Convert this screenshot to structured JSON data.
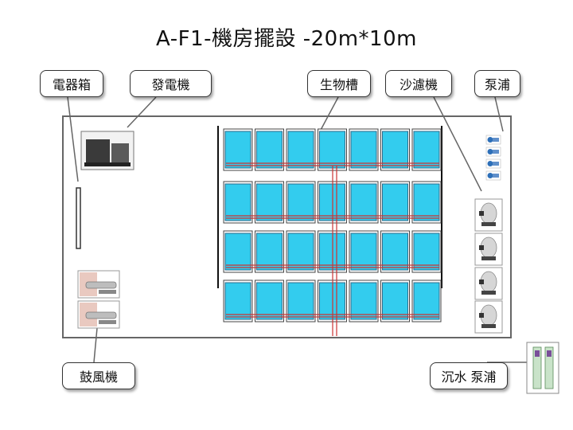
{
  "title": "A-F1-機房擺設 -20m*10m",
  "labels": {
    "electrical_box": "電器箱",
    "generator": "發電機",
    "bio_tank": "生物槽",
    "sand_filter": "沙濾機",
    "pump": "泵浦",
    "blower": "鼓風機",
    "submersible_pump": "沉水 泵浦"
  },
  "tank_grid": {
    "rows": 4,
    "cols": 7
  },
  "equipment_counts": {
    "pumps": 4,
    "sand_filters": 4,
    "blowers": 2,
    "submersible_pumps": 2
  },
  "colors": {
    "tank_fill": "#33ccee",
    "tank_border": "#2a6a8a",
    "pipe": "#cc3333",
    "frame": "#111111",
    "pump_body": "#2d6fb8"
  }
}
